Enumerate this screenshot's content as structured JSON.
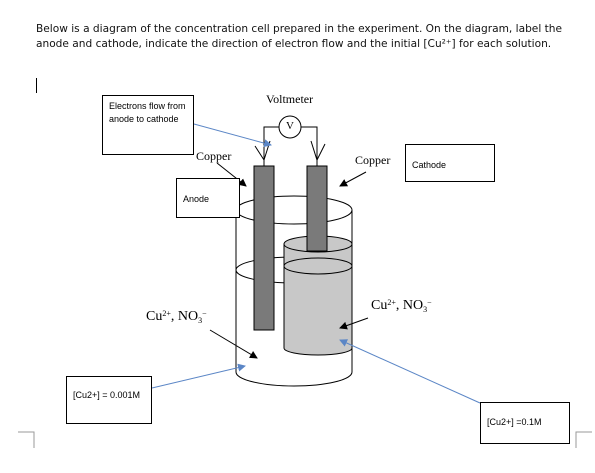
{
  "question": {
    "text": "Below is a diagram of the concentration cell prepared in the experiment. On the diagram, label the anode and cathode, indicate the direction of electron flow and the initial [Cu²⁺] for each solution."
  },
  "diagram": {
    "voltmeter_label": "Voltmeter",
    "voltmeter_symbol": "V",
    "left_electrode_label": "Copper",
    "right_electrode_label": "Copper",
    "left_ion": {
      "cation": "Cu",
      "cation_charge": "2+",
      "anion": "NO",
      "anion_subscript": "3",
      "anion_charge": "−",
      "separator": ", "
    },
    "right_ion": {
      "cation": "Cu",
      "cation_charge": "2+",
      "anion": "NO",
      "anion_subscript": "3",
      "anion_charge": "−",
      "separator": ", "
    }
  },
  "annotations": {
    "electron_flow": "Electrons flow from anode to cathode",
    "anode": "Anode",
    "cathode": "Cathode",
    "left_concentration": "[Cu2+] = 0.001M",
    "right_concentration": "[Cu2+] =0.1M"
  },
  "colors": {
    "arrow_blue": "#5b86c6",
    "electrode_gray": "#7a7a7a",
    "inner_beaker_gray": "#c8c8c8"
  }
}
